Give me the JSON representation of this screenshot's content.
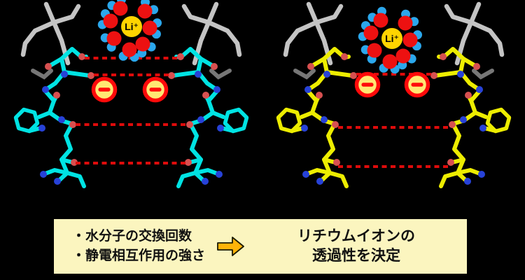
{
  "panels": [
    {
      "name": "hydrated-lithium-cyan-channel",
      "ion_label": "Li⁺",
      "minus_badge_count": 2,
      "dashed_line_rows": 4,
      "water_count": 7
    },
    {
      "name": "lithium-at-entrance-yellow-channel",
      "ion_label": "Li⁺",
      "minus_badge_count": 2,
      "dashed_line_rows": 3,
      "water_count": 7
    }
  ],
  "callout": {
    "bullets": [
      "・水分子の交換回数",
      "・静電相互作用の強さ"
    ],
    "conclusion": [
      "リチウムイオンの",
      "透過性を決定"
    ]
  },
  "colors": {
    "background": "#000000",
    "left_sticks": "#00E3E3",
    "right_sticks": "#EDED00",
    "side_chain_gray": "#C4C4C4",
    "side_chain_dark_gray": "#777777",
    "oxygen_red": "#D75050",
    "nitrogen_blue": "#2742D8",
    "hbond_red": "#DE0B0B",
    "minus_ring_red": "#FF0A0A",
    "minus_fill_yellow": "#FFE773",
    "lithium_gold": "#FFD400",
    "water_oxygen_red": "#ED1111",
    "water_hydrogen_blue": "#2BA7EC",
    "callout_bg": "#FBF5BF",
    "arrow_orange": "#FFB40A"
  }
}
